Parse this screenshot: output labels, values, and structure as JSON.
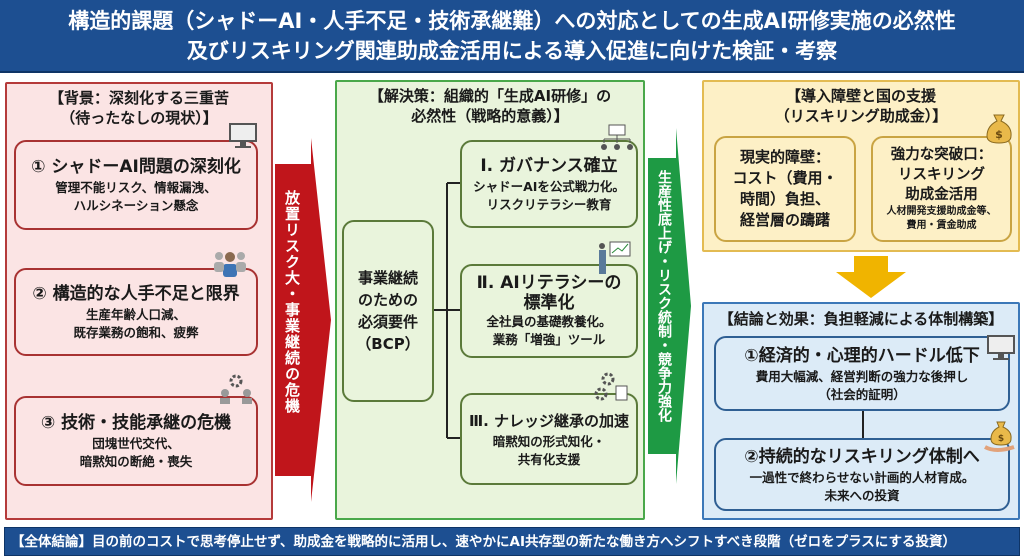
{
  "header": {
    "line1": "構造的課題（シャドーAI・人手不足・技術承継難）への対応としての生成AI研修実施の必然性",
    "line2": "及びリスキリング関連助成金活用による導入促進に向けた検証・考察"
  },
  "background": {
    "title1": "【背景：深刻化する三重苦",
    "title2": "（待ったなしの現状）】",
    "items": [
      {
        "title": "① シャドーAI問題の深刻化",
        "l1": "管理不能リスク、情報漏洩、",
        "l2": "ハルシネーション懸念",
        "icon": "monitor-icon"
      },
      {
        "title": "② 構造的な人手不足と限界",
        "l1": "生産年齢人口減、",
        "l2": "既存業務の飽和、疲弊",
        "icon": "people-icon"
      },
      {
        "title": "③ 技術・技能承継の危機",
        "l1": "団塊世代交代、",
        "l2": "暗黙知の断絶・喪失",
        "icon": "gear-people-icon"
      }
    ]
  },
  "red_arrow": "放置リスク大・事業継続の危機",
  "solution": {
    "title1": "【解決策：組織的「生成AI研修」の",
    "title2": "必然性（戦略的意義）】",
    "core": [
      "事業継続",
      "のための",
      "必須要件",
      "（BCP）"
    ],
    "items": [
      {
        "title": "Ⅰ. ガバナンス確立",
        "l1": "シャドーAIを公式戦力化。",
        "l2": "リスクリテラシー教育"
      },
      {
        "title": "Ⅱ. AIリテラシーの",
        "title2": "標準化",
        "l1": "全社員の基礎教養化。",
        "l2": "業務「増強」ツール"
      },
      {
        "title": "Ⅲ. ナレッジ継承の加速",
        "l1": "暗黙知の形式知化・",
        "l2": "共有化支援"
      }
    ]
  },
  "green_arrow": "生産性底上げ・リスク統制・競争力強化",
  "support": {
    "title1": "【導入障壁と国の支援",
    "title2": "（リスキリング助成金）】",
    "barrier": [
      "現実的障壁：",
      "コスト（費用・",
      "時間）負担、",
      "経営層の躊躇"
    ],
    "breakthrough": [
      "強力な突破口：",
      "リスキリング",
      "助成金活用"
    ],
    "breakthrough_sub": [
      "人材開発支援助成金等、",
      "費用・賃金助成"
    ]
  },
  "conclusion": {
    "title": "【結論と効果：負担軽減による体制構築】",
    "items": [
      {
        "title": "①経済的・心理的ハードル低下",
        "l1": "費用大幅減、経営判断の強力な後押し",
        "l2": "（社会的証明）"
      },
      {
        "title": "②持続的なリスキリング体制へ",
        "l1": "一過性で終わらせない計画的人材育成。",
        "l2": "未来への投資"
      }
    ]
  },
  "footer": "【全体結論】目の前のコストで思考停止せず、助成金を戦略的に活用し、速やかにAI共存型の新たな働き方へシフトすべき段階（ゼロをプラスにする投資）",
  "colors": {
    "header": "#1d4f91",
    "red": "#c0151b",
    "green": "#1e9a44",
    "orange": "#f0b400"
  }
}
